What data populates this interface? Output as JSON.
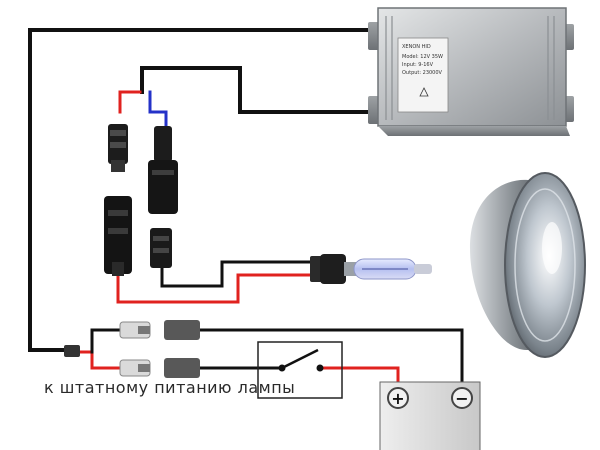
{
  "caption": "к штатному питанию лампы",
  "ballast": {
    "label_lines": [
      "XENON HID",
      "Model: 12V 35W",
      "Input: 9-16V",
      "Output: 23000V"
    ]
  },
  "battery": {
    "plus_symbol": "+",
    "minus_symbol": "−"
  },
  "colors": {
    "wire_black": "#111111",
    "wire_red": "#e0221f",
    "wire_blue": "#2432c8",
    "ballast_metal": "#bfc2c4",
    "battery_body": "#dcdcdc"
  }
}
